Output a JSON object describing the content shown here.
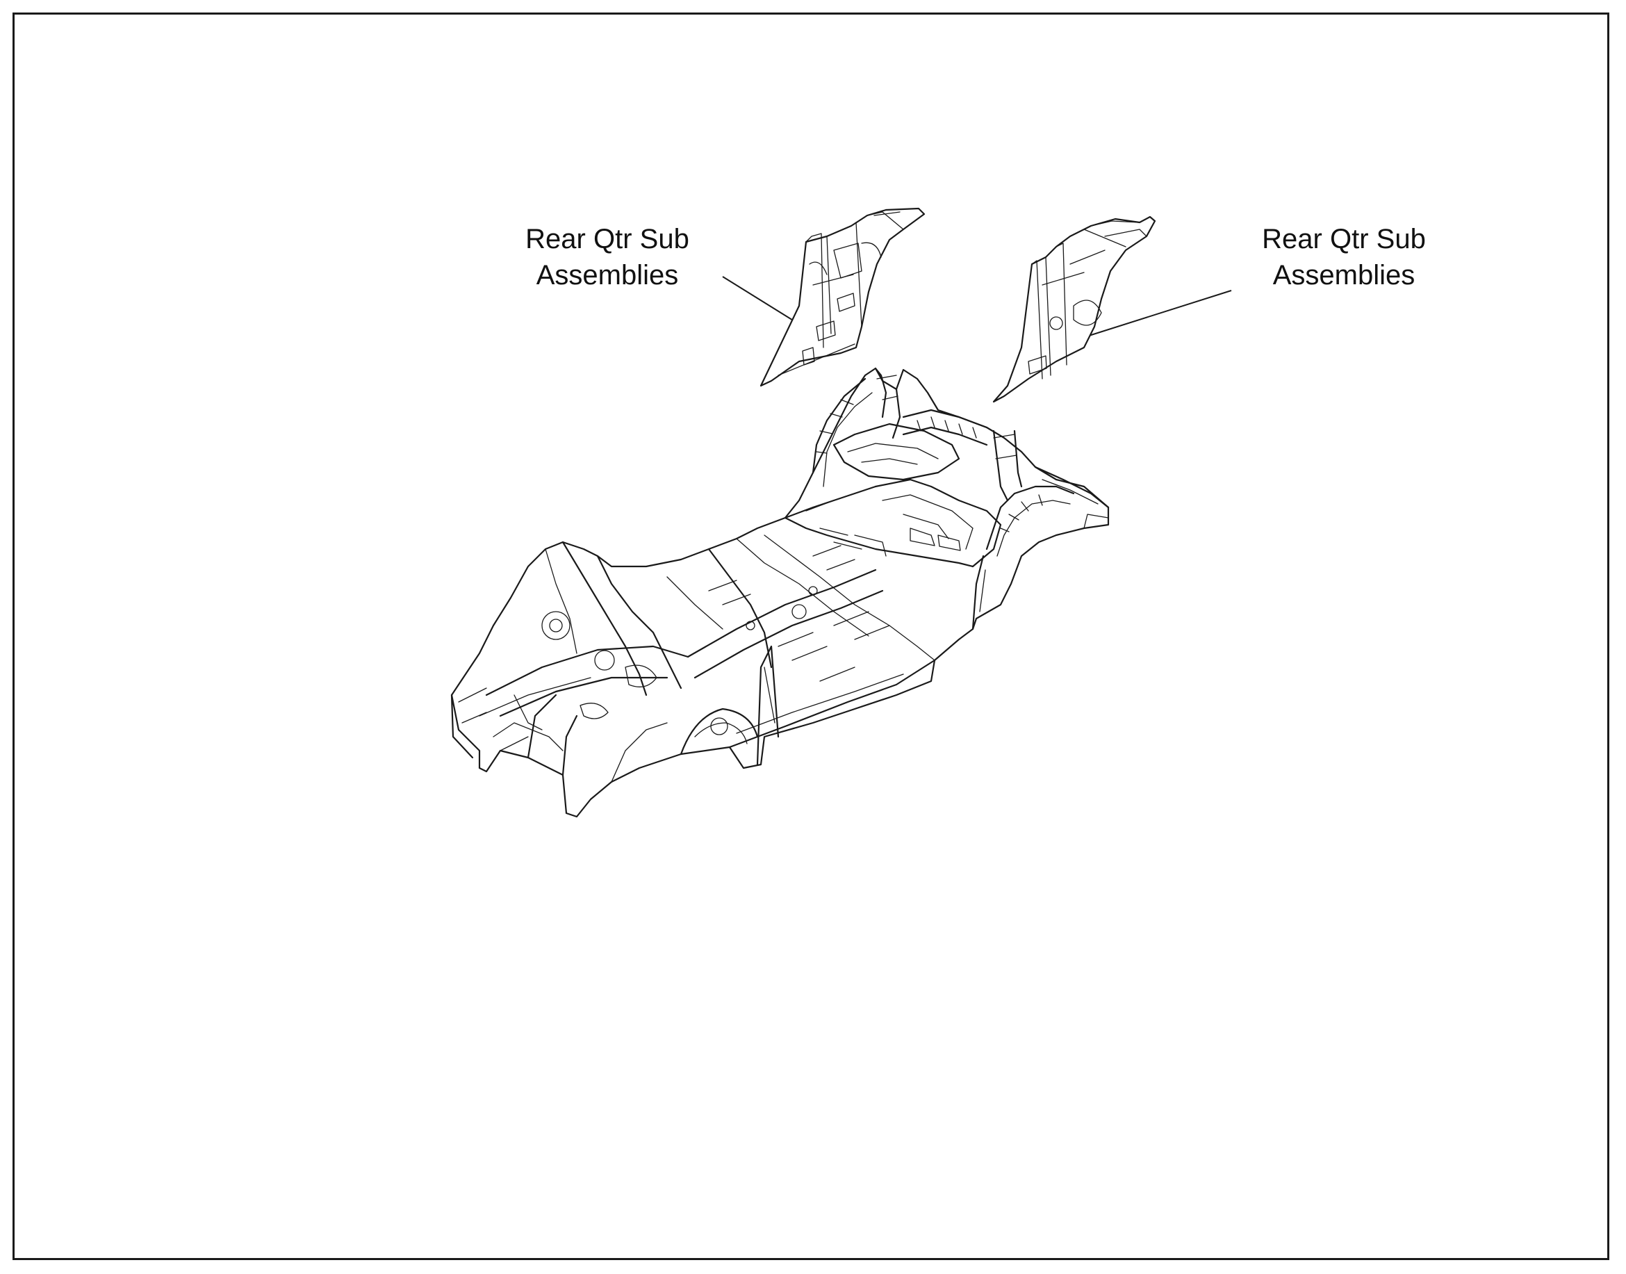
{
  "callouts": {
    "left": {
      "line1": "Rear Qtr Sub",
      "line2": "Assemblies"
    },
    "right": {
      "line1": "Rear Qtr Sub",
      "line2": "Assemblies"
    }
  },
  "colors": {
    "line": "#1a1a1a",
    "background": "#ffffff"
  }
}
